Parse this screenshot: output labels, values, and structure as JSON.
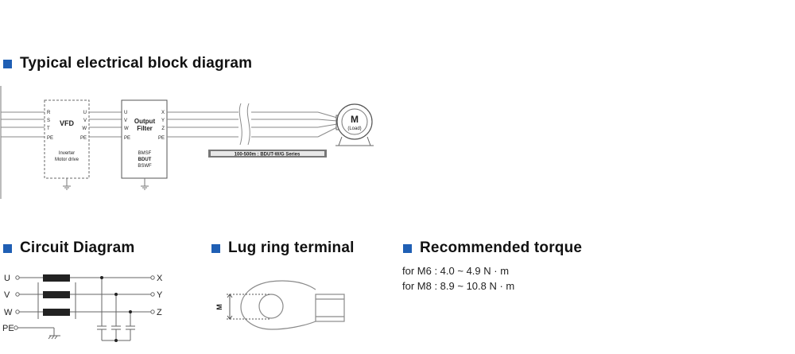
{
  "sections": {
    "block": "Typical electrical block diagram",
    "circuit": "Circuit Diagram",
    "lug": "Lug ring terminal",
    "torque": "Recommended torque"
  },
  "block_diagram": {
    "vfd": {
      "in_labels": [
        "R",
        "S",
        "T",
        "PE"
      ],
      "out_labels": [
        "U",
        "V",
        "W",
        "PE"
      ],
      "title": "VFD",
      "caption_1": "Inverter",
      "caption_2": "Motor drive"
    },
    "filter": {
      "in_labels": [
        "U",
        "V",
        "W",
        "PE"
      ],
      "out_labels": [
        "X",
        "Y",
        "Z",
        "PE"
      ],
      "title_1": "Output",
      "title_2": "Filter",
      "models": [
        "BMSF",
        "BDUT",
        "BSWF"
      ]
    },
    "cable_label": "100-500m : BDUT-W/G Series",
    "motor": {
      "letter": "M",
      "caption": "(Load)"
    }
  },
  "circuit_diagram": {
    "inputs": [
      "U",
      "V",
      "W",
      "PE"
    ],
    "outputs": [
      "X",
      "Y",
      "Z"
    ]
  },
  "lug": {
    "dimension_label": "M"
  },
  "torque": {
    "lines": [
      "for M6 : 4.0 ~ 4.9 N · m",
      "for M8 : 8.9 ~ 10.8 N · m"
    ]
  },
  "colors": {
    "accent": "#1f5fb4",
    "line": "#7a7a7a",
    "cable_bar": "#777777"
  }
}
